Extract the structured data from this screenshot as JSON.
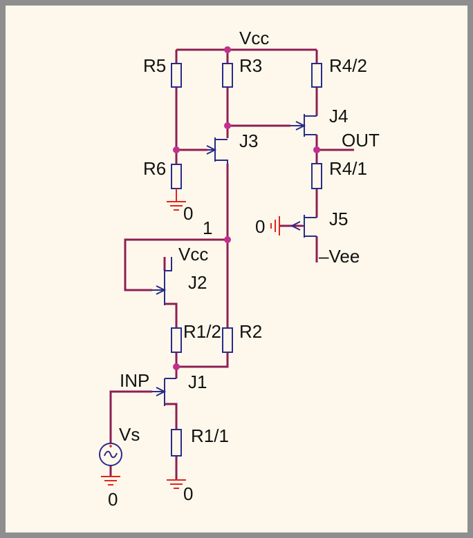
{
  "colors": {
    "wire": "#8e1e54",
    "component": "#2a2a8a",
    "lead": "#e3231c",
    "junction": "#c2308f",
    "background": "#fdf8eb",
    "frame": "#8e8e8e"
  },
  "labels": {
    "vcc_top": "Vcc",
    "r5": "R5",
    "r3": "R3",
    "r4_2": "R4/2",
    "j4": "J4",
    "j3": "J3",
    "out": "OUT",
    "r6": "R6",
    "r4_1": "R4/1",
    "gnd_r6": "0",
    "j5": "J5",
    "gnd_j5": "0",
    "node1": "1",
    "vee": "–Vee",
    "vcc_j2": "Vcc",
    "j2": "J2",
    "r1_2": "R1/2",
    "r2": "R2",
    "inp": "INP",
    "j1": "J1",
    "vs": "Vs",
    "r1_1": "R1/1",
    "gnd_r1_1": "0",
    "gnd_vs": "0"
  }
}
